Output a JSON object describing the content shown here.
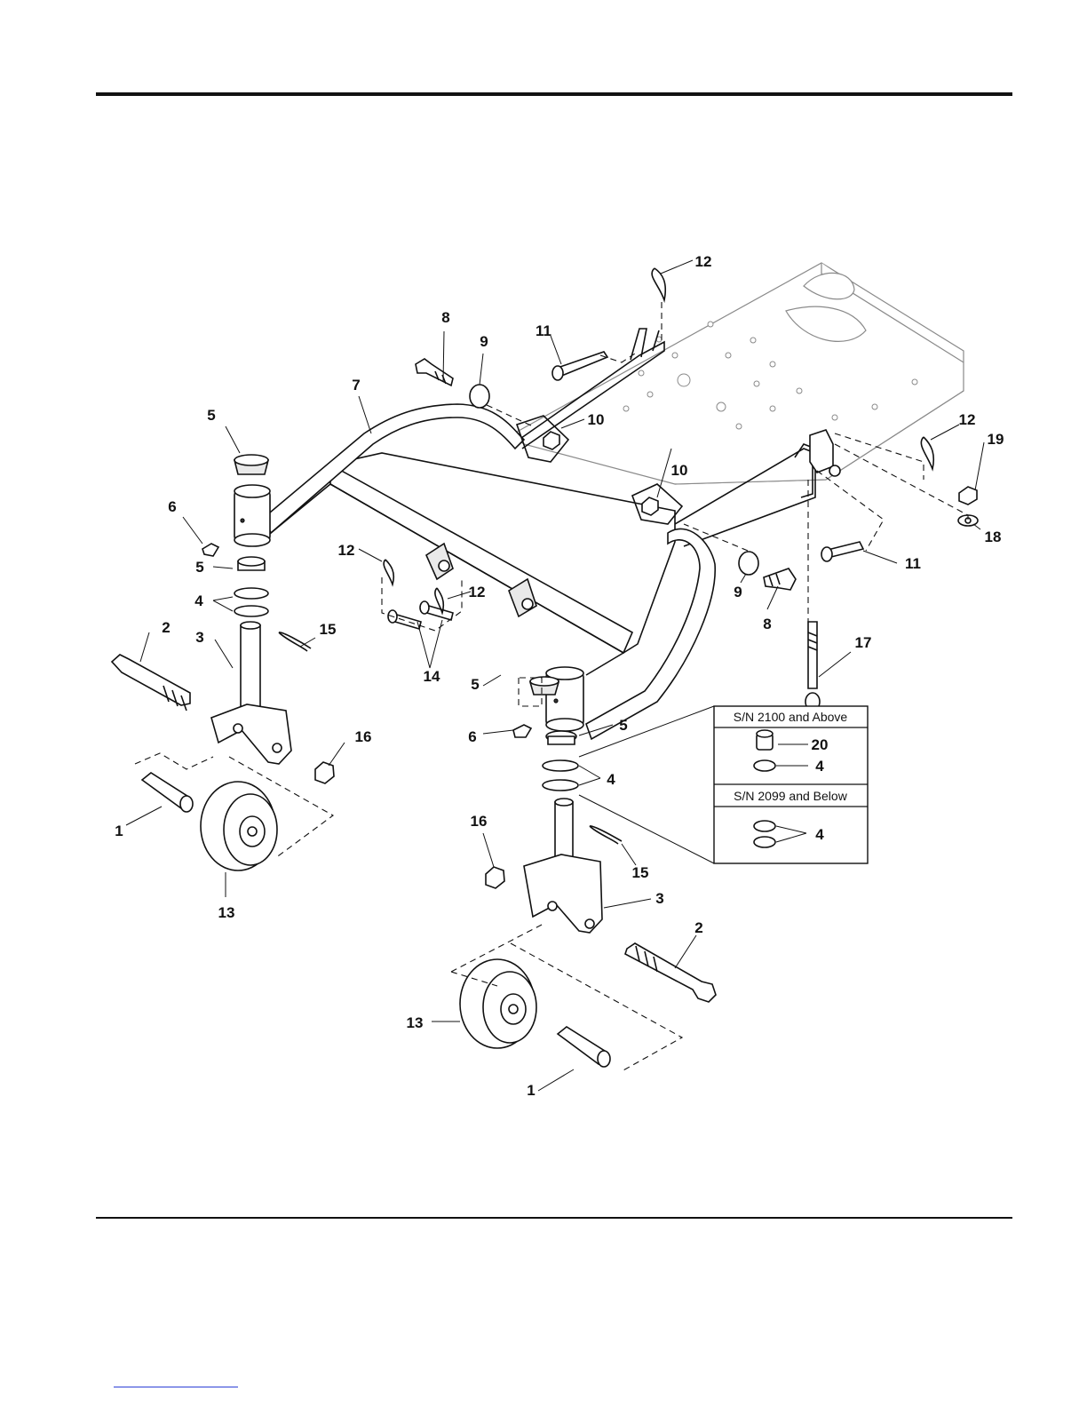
{
  "callouts": {
    "c1a": "1",
    "c1b": "1",
    "c2a": "2",
    "c2b": "2",
    "c3a": "3",
    "c3b": "3",
    "c4a": "4",
    "c4b": "4",
    "c4c": "4",
    "c4d": "4",
    "c5a": "5",
    "c5b": "5",
    "c5c": "5",
    "c5d": "5",
    "c6a": "6",
    "c6b": "6",
    "c7": "7",
    "c8a": "8",
    "c8b": "8",
    "c9a": "9",
    "c9b": "9",
    "c10a": "10",
    "c10b": "10",
    "c11a": "11",
    "c11b": "11",
    "c12a": "12",
    "c12b": "12",
    "c12c": "12",
    "c12d": "12",
    "c13a": "13",
    "c13b": "13",
    "c14": "14",
    "c15a": "15",
    "c15b": "15",
    "c16a": "16",
    "c16b": "16",
    "c17": "17",
    "c18": "18",
    "c19": "19",
    "c20": "20"
  },
  "inset": {
    "upper_title": "S/N 2100 and Above",
    "lower_title": "S/N 2099 and Below"
  },
  "colors": {
    "ink": "#111111",
    "ghost": "#8a8a8a",
    "link": "#2b3fd6"
  }
}
